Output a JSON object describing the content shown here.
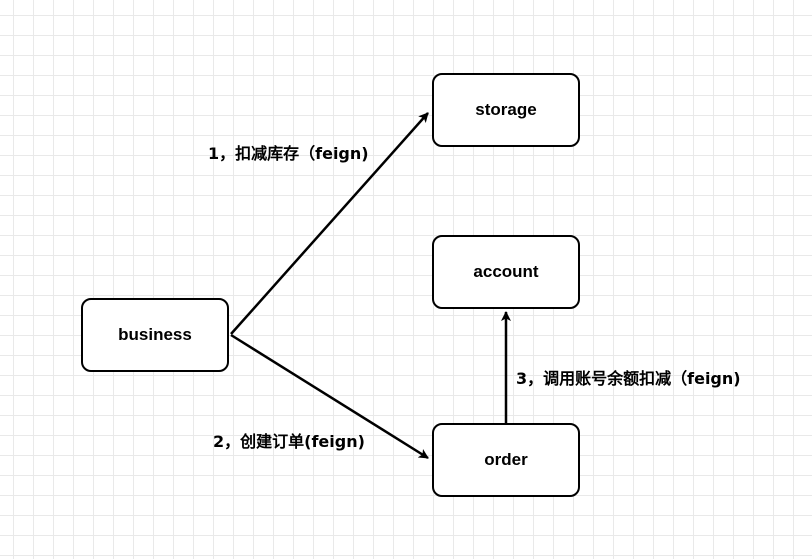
{
  "nodes": {
    "storage": "storage",
    "account": "account",
    "business": "business",
    "order": "order"
  },
  "edges": {
    "business_to_storage": "1，扣减库存（feign)",
    "business_to_order": "2，创建订单(feign)",
    "order_to_account": "3，调用账号余额扣减（feign)"
  }
}
